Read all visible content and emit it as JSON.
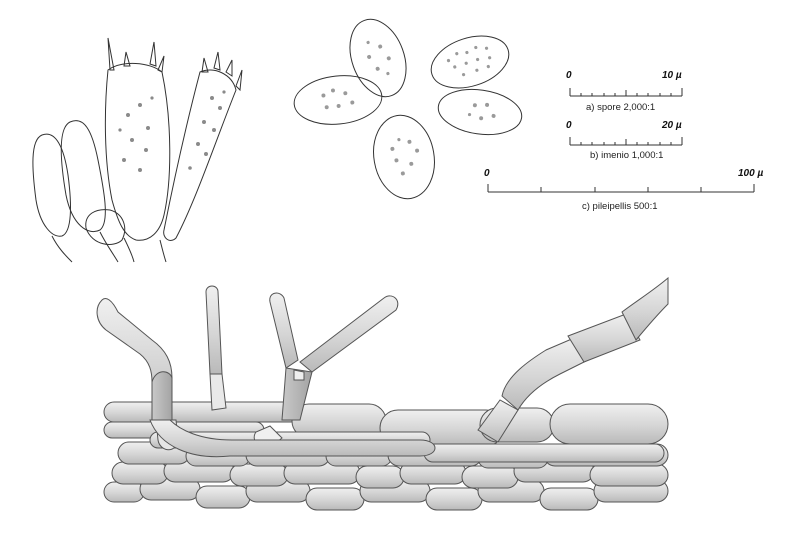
{
  "scales": [
    {
      "id": "a",
      "start": "0",
      "end": "10 µ",
      "caption": "a) spore 2,000:1"
    },
    {
      "id": "b",
      "start": "0",
      "end": "20 µ",
      "caption": "b) imenio 1,000:1"
    },
    {
      "id": "c",
      "start": "0",
      "end": "100 µ",
      "caption": "c) pileipellis 500:1"
    }
  ],
  "colors": {
    "outline": "#333333",
    "cell_light": "#e4e4e4",
    "cell_mid": "#cfcfcf",
    "cell_dark": "#b4b4b4",
    "spore_fill": "#dcdcdc"
  }
}
